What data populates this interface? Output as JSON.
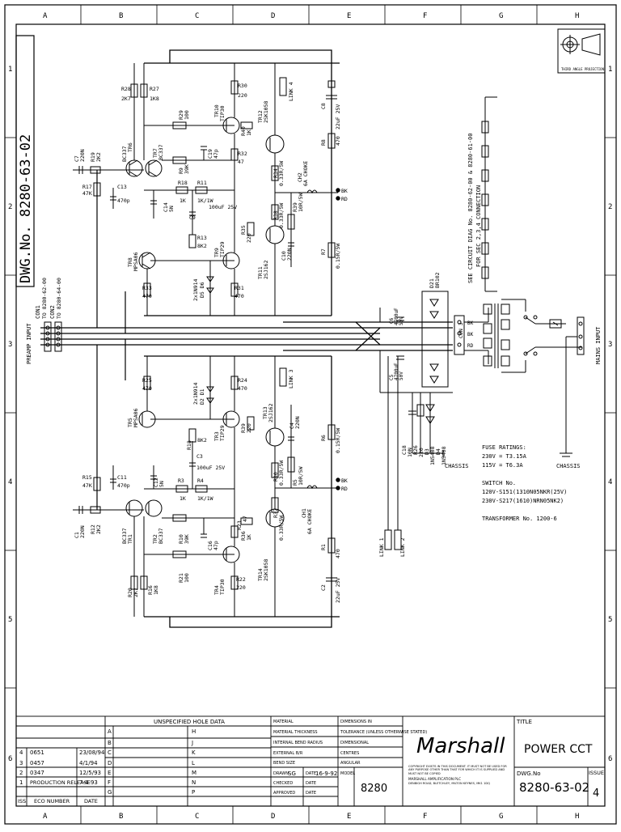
{
  "grid": {
    "cols": [
      "A",
      "B",
      "C",
      "D",
      "E",
      "F",
      "G",
      "H"
    ],
    "rows": [
      "1",
      "2",
      "3",
      "4",
      "5",
      "6"
    ]
  },
  "drawing_id_vertical": "DWG.No. 8280-63-02",
  "projection_label": "THIRD ANGLE PROJECTION",
  "connectors": {
    "con1_label": "CON1",
    "con1_ref": "TO 8280-62-00",
    "con2_label": "CON2",
    "con2_ref": "TO 8280-64-00",
    "preamp_input": "PREAMP INPUT",
    "con3_label": "CON 3",
    "con3_pins": [
      "BK",
      "BK",
      "RD"
    ],
    "mains_input": "MAINS INPUT",
    "see_circuit": "SEE CIRCUIT DIAG No. 8280-62-00 & 8280-61-00",
    "for_connection": "FOR SEC 2,3,4 CONNECTION"
  },
  "upper": {
    "c7": [
      "C7",
      "220N"
    ],
    "r19": [
      "R19",
      "2K2"
    ],
    "r17": [
      "R17",
      "47K"
    ],
    "c13": [
      "C13",
      "470p"
    ],
    "tr6": [
      "BC337",
      "TR6"
    ],
    "tr7": [
      "TR7",
      "BC337"
    ],
    "r28": [
      "R28",
      "2K7"
    ],
    "r27": [
      "R27",
      "1K8"
    ],
    "r29": [
      "R29",
      "100"
    ],
    "r9": [
      "R9",
      "39K"
    ],
    "r18": [
      "R18",
      "1K"
    ],
    "r11": [
      "R11",
      "1K/1W"
    ],
    "c14": [
      "C14",
      "5N"
    ],
    "c9": [
      "C9",
      "100uF 25V"
    ],
    "c19": [
      "C19",
      "47p"
    ],
    "r13": [
      "R13",
      "8K2"
    ],
    "tr8": [
      "TR8",
      "MPSA06"
    ],
    "r33": [
      "R33",
      "470"
    ],
    "d5d6": [
      "2x1N914",
      "D5 D6"
    ],
    "tr9": [
      "TR9",
      "TIP29"
    ],
    "tr10": [
      "TR10",
      "TIP30"
    ],
    "r30": [
      "R30",
      "220"
    ],
    "r40": [
      "R40",
      "1K"
    ],
    "r32": [
      "R32",
      "47"
    ],
    "r35": [
      "R35",
      "220"
    ],
    "r31": [
      "R31",
      "470"
    ],
    "tr12": [
      "TR12",
      "2SK1058"
    ],
    "tr11": [
      "TR11",
      "2SJ162"
    ],
    "r34": [
      "R34",
      "0.33R/5W"
    ],
    "r38": [
      "R38",
      "0.33R/5W"
    ],
    "link4": "LINK 4",
    "c10": [
      "C10",
      "220N"
    ],
    "r39": [
      "R39",
      "10R/5W"
    ],
    "ch2": [
      "CH2",
      "6A CHOKE"
    ],
    "c8": [
      "C8",
      "22uF 25V"
    ],
    "r8": [
      "R8",
      "470"
    ],
    "r7": [
      "R7",
      "0.15R/5W"
    ],
    "bk": "BK",
    "rd": "RD"
  },
  "lower": {
    "c1": [
      "C1",
      "220N"
    ],
    "r12": [
      "R12",
      "2K2"
    ],
    "r15": [
      "R15",
      "47K"
    ],
    "c11": [
      "C11",
      "470p"
    ],
    "tr1": [
      "BC337",
      "TR1"
    ],
    "tr2": [
      "TR2",
      "BC337"
    ],
    "r20": [
      "R20",
      "2K7"
    ],
    "r16": [
      "R16",
      "1K8"
    ],
    "r21": [
      "R21",
      "100"
    ],
    "r10": [
      "R10",
      "39K"
    ],
    "r3": [
      "R3",
      "1K"
    ],
    "r4": [
      "R4",
      "1K/1W"
    ],
    "c12": [
      "C12",
      "5N"
    ],
    "c3": [
      "C3",
      "100uF 25V"
    ],
    "c16": [
      "C16",
      "47p"
    ],
    "r18": [
      "R18",
      "8K2"
    ],
    "tr5": [
      "TR5",
      "MPSA06"
    ],
    "r25": [
      "R25",
      "470"
    ],
    "d1d2": [
      "2x1N914",
      "D2 D1"
    ],
    "tr3": [
      "TR3",
      "TIP29"
    ],
    "tr4": [
      "TR4",
      "TIP30"
    ],
    "r24": [
      "R24",
      "470"
    ],
    "r39": [
      "R39",
      "220"
    ],
    "r36": [
      "R36",
      "1K"
    ],
    "r23": [
      "R23",
      "47"
    ],
    "r22": [
      "R22",
      "220"
    ],
    "tr13": [
      "TR13",
      "2SJ162"
    ],
    "tr14": [
      "TR14",
      "2SK1058"
    ],
    "r30": [
      "R30",
      "0.33R/5W"
    ],
    "r37": [
      "R37",
      "0.33R/5W"
    ],
    "link3": "LINK 3",
    "c4": [
      "C4",
      "220N"
    ],
    "r5": [
      "R5",
      "10R/5W"
    ],
    "ch1": [
      "CH1",
      "6A CHOKE"
    ],
    "c2": [
      "C2",
      "22uF 25V"
    ],
    "r1": [
      "R1",
      "470"
    ],
    "r6": [
      "R6",
      "0.15R/5W"
    ],
    "bk": "BK",
    "rd": "RD",
    "link1": "LINK 1",
    "link2": "LINK 2"
  },
  "psu": {
    "c5": [
      "C5",
      "4700uF",
      "50V"
    ],
    "c6": [
      "C6",
      "4700uF",
      "50V"
    ],
    "br": [
      "D21",
      "BR102"
    ],
    "c18": [
      "C18",
      "10N"
    ],
    "r26": [
      "R26",
      "220"
    ],
    "d3": [
      "D3",
      "1N5408"
    ],
    "d4": [
      "D4",
      "1N5408"
    ],
    "chassis_1": "CHASSIS",
    "chassis_2": "CHASSIS"
  },
  "notes": {
    "fuse_title": "FUSE RATINGS:",
    "fuse_1": "230V = T3.15A",
    "fuse_2": "115V = T6.3A",
    "switch_title": "SWITCH No.",
    "switch_1": "120V-S151(1310N05NKR(25V)",
    "switch_2": "230V-S217(1610)NRN05NK2)",
    "transformer": "TRANSFORMER No. 1200-6"
  },
  "title_block": {
    "unspecified_hole_data": "UNSPECIFIED HOLE DATA",
    "hole_letters_left": [
      "A",
      "B",
      "C",
      "D",
      "E",
      "F",
      "G"
    ],
    "hole_letters_right": [
      "H",
      "J",
      "K",
      "L",
      "M",
      "N",
      "P"
    ],
    "revisions": [
      {
        "iss": "4",
        "eco": "0651",
        "date": "23/08/94"
      },
      {
        "iss": "3",
        "eco": "0457",
        "date": "4/1/94"
      },
      {
        "iss": "2",
        "eco": "0347",
        "date": "12/5/93"
      },
      {
        "iss": "1",
        "eco": "PRODUCTION RELEASE",
        "date": "7-4-93"
      }
    ],
    "iss_header": "ISS",
    "eco_header": "ECO NUMBER",
    "date_header": "DATE",
    "material": "MATERIAL",
    "material_thickness": "MATERIAL THICKNESS",
    "internal_bend_radius": "INTERNAL BEND RADIUS",
    "external_bend": "EXTERNAL B/R",
    "bend_size": "BEND SIZE",
    "drawn": "DRAWN",
    "drawn_by": "SG",
    "date_label": "DATE",
    "drawn_date": "16-9-92",
    "checked": "CHECKED",
    "approved": "APPROVED",
    "dimensions_in": "DIMENSIONS IN",
    "tolerance": "TOLERANCE (UNLESS OTHERWISE STATED)",
    "dimensional": "DIMENSIONAL",
    "centres": "CENTRES",
    "angular": "ANGULAR",
    "model_label": "MODEL",
    "model": "8280",
    "brand": "Marshall",
    "copyright": "COPYRIGHT EXISTS IN THIS DOCUMENT. IT MUST NOT BE USED FOR ANY PURPOSE OTHER THAN THAT FOR WHICH IT IS SUPPLIED AND MUST NOT BE COPIED",
    "company": "MARSHALL AMPLIFICATION PLC",
    "address": "DENBIGH ROAD, BLETCHLEY, MILTON KEYNES, MK1 1DQ",
    "title_label": "TITLE",
    "title": "POWER CCT",
    "dwg_label": "DWG.No",
    "dwg_no": "8280-63-02",
    "issue_label": "ISSUE",
    "issue": "4"
  }
}
